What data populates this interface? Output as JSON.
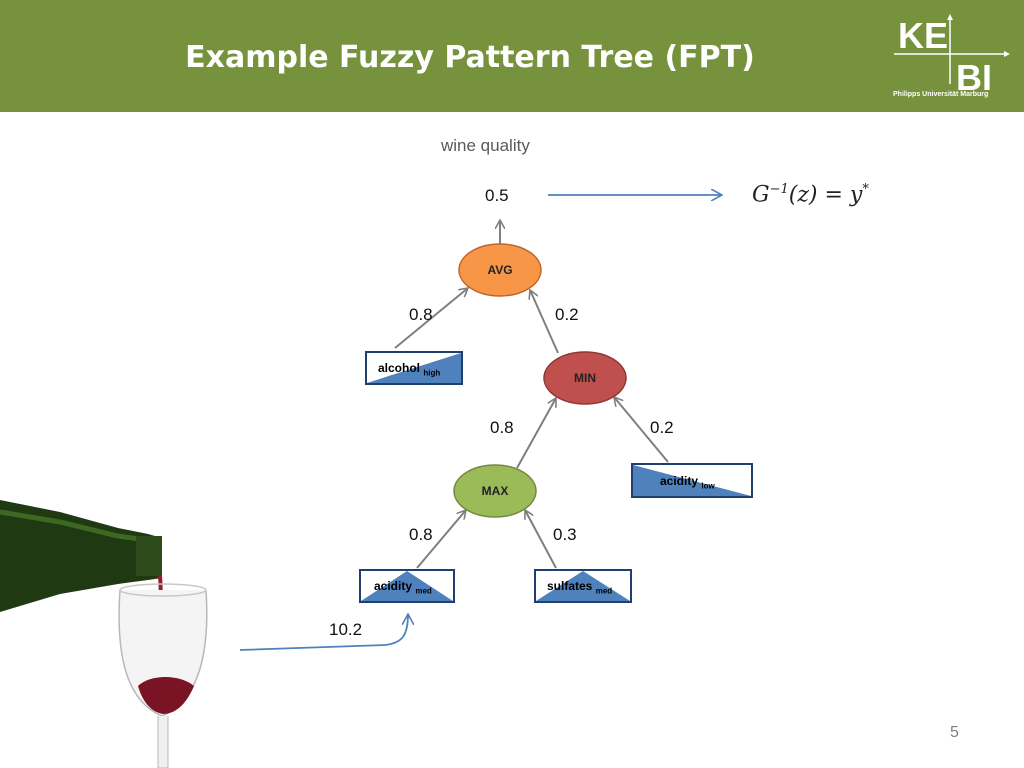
{
  "header": {
    "title": "Example Fuzzy Pattern Tree (FPT)"
  },
  "logo": {
    "text_top": "KE",
    "text_bottom": "BI",
    "subtitle": "Philipps Universität Marburg"
  },
  "diagram": {
    "root_label": "wine quality",
    "output_value": "0.5",
    "formula": {
      "base": "G",
      "exp": "−1",
      "arg": "(z) = y",
      "star": "*"
    },
    "nodes": {
      "avg": "AVG",
      "min": "MIN",
      "max": "MAX"
    },
    "leaves": {
      "alcohol": {
        "name": "alcohol",
        "sub": "high"
      },
      "acidity_low": {
        "name": "acidity",
        "sub": "low"
      },
      "acidity_med": {
        "name": "acidity",
        "sub": "med"
      },
      "sulfates_med": {
        "name": "sulfates",
        "sub": "med"
      }
    },
    "weights": {
      "avg_left": "0.8",
      "avg_right": "0.2",
      "min_left": "0.8",
      "min_right": "0.2",
      "max_left": "0.8",
      "max_right": "0.3"
    },
    "input_value": "10.2"
  },
  "colors": {
    "header": "#76923c",
    "avg": "#f79646",
    "min": "#c0504d",
    "max": "#9bbb59",
    "leaf_fill": "#4f81bd",
    "leaf_border": "#1f3f6f",
    "arrow": "#4f81bd",
    "edge": "#7f7f7f"
  },
  "page_number": "5"
}
